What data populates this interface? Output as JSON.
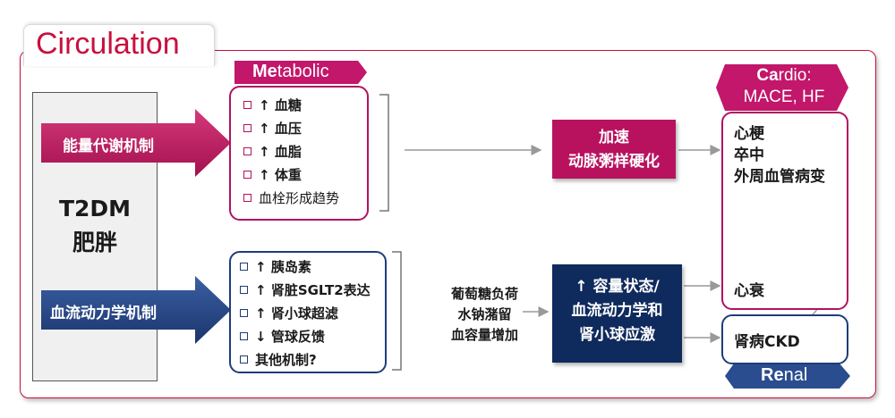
{
  "title": "Circulation",
  "left_box": {
    "line1": "T2DM",
    "line2": "肥胖"
  },
  "mechanisms": {
    "metabolic": "能量代谢机制",
    "hemodynamic": "血流动力学机制"
  },
  "metabolic_tag": {
    "bold": "Me",
    "rest": "tabolic"
  },
  "metabolic_items": [
    {
      "arrow": "↑",
      "text": "血糖"
    },
    {
      "arrow": "↑",
      "text": "血压"
    },
    {
      "arrow": "↑",
      "text": "血脂"
    },
    {
      "arrow": "↑",
      "text": "体重"
    },
    {
      "arrow": "",
      "text": "血栓形成趋势"
    }
  ],
  "hemo_items": [
    {
      "arrow": "↑",
      "text": "胰岛素"
    },
    {
      "arrow": "↑",
      "text": "肾脏SGLT2表达"
    },
    {
      "arrow": "↑",
      "text": "肾小球超滤"
    },
    {
      "arrow": "↓",
      "text": "管球反馈"
    },
    {
      "arrow": "",
      "text": "其他机制?"
    }
  ],
  "atherosclerosis": {
    "line1": "加速",
    "line2": "动脉粥样硬化"
  },
  "hemo_intermediate": [
    "葡萄糖负荷",
    "水钠潴留",
    "血容量增加"
  ],
  "hemo_result": {
    "line1": "↑ 容量状态/",
    "line2": "血流动力学和",
    "line3": "肾小球应激"
  },
  "cardio_tag": {
    "bold": "Ca",
    "rest": "rdio:",
    "line2": "MACE, HF"
  },
  "cardio_outcomes": [
    "心梗",
    "卒中",
    "外周血管病变"
  ],
  "heart_failure": "心衰",
  "renal_outcome": "肾病CKD",
  "renal_tag": {
    "bold": "Re",
    "rest": "nal"
  },
  "colors": {
    "accent": "#c8103e",
    "magenta": "#b0135f",
    "navy": "#1f3c7a",
    "dark_navy": "#0f2a5c"
  }
}
